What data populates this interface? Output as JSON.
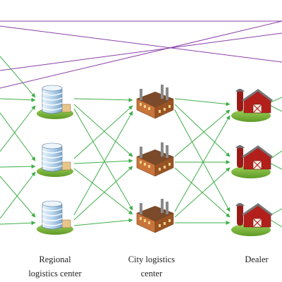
{
  "columns": [
    {
      "id": "regional",
      "label_line1": "Regional",
      "label_line2": "logistics center",
      "icon": "office-tower-icon",
      "node_count": 3
    },
    {
      "id": "city",
      "label_line1": "City logistics",
      "label_line2": "center",
      "icon": "factory-icon",
      "node_count": 3
    },
    {
      "id": "dealer",
      "label_line1": "Dealer",
      "label_line2": "",
      "icon": "barn-icon",
      "node_count": 3
    }
  ],
  "connections": {
    "regional_to_city": "all-to-all",
    "city_to_dealer": "all-to-all"
  },
  "colors": {
    "edge": "#3fae49",
    "long_edge": "#8b3fa8",
    "tower_glass": "#cfe3f3",
    "factory_brick": "#c8743a",
    "barn_red": "#b3201c",
    "grass": "#7cb93a"
  }
}
